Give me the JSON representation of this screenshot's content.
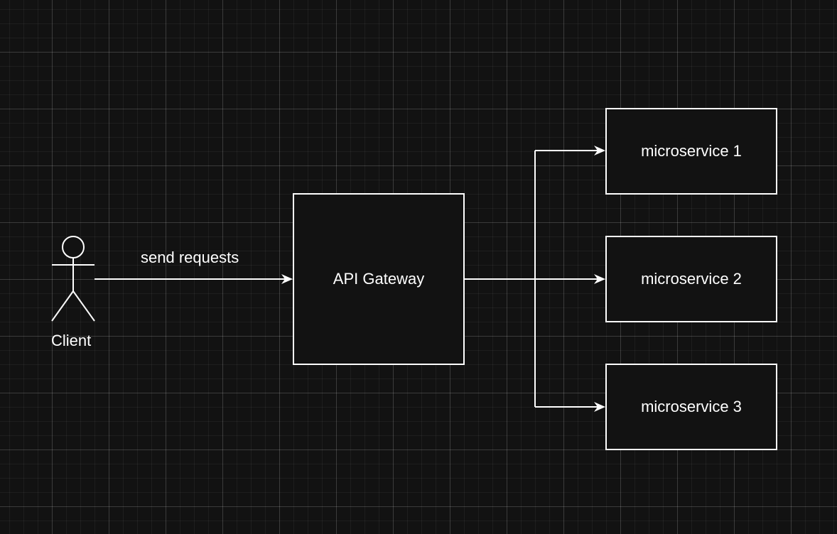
{
  "diagram": {
    "actor": {
      "label": "Client"
    },
    "edge_label": "send requests",
    "gateway": {
      "label": "API Gateway"
    },
    "services": [
      {
        "label": "microservice 1"
      },
      {
        "label": "microservice 2"
      },
      {
        "label": "microservice 3"
      }
    ]
  },
  "colors": {
    "background": "#121212",
    "stroke": "#ffffff",
    "text": "#ffffff"
  }
}
